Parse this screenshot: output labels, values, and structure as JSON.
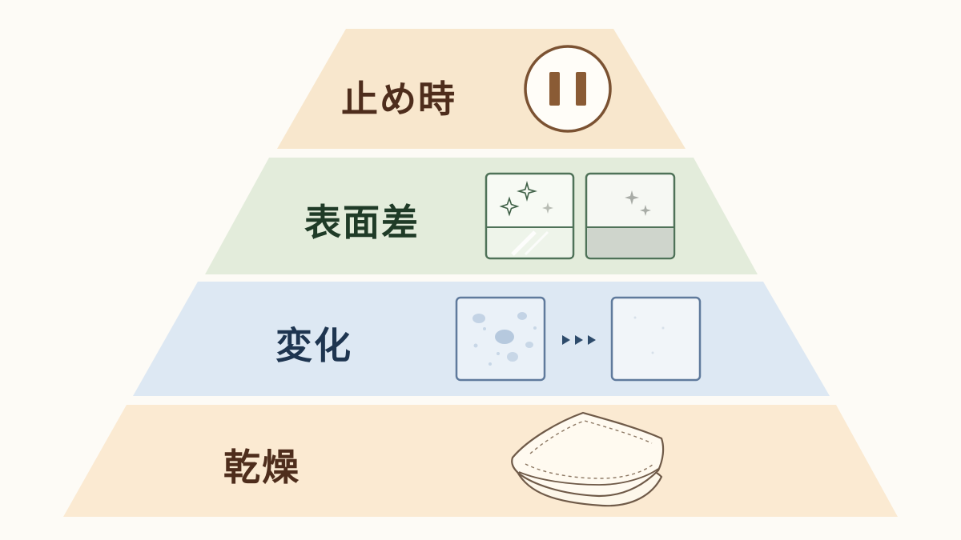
{
  "pyramid": {
    "tiers": [
      {
        "key": "top",
        "label": "止め時",
        "icon": "pause-icon"
      },
      {
        "key": "second",
        "label": "表面差",
        "icon": "glass-comparison-icon"
      },
      {
        "key": "third",
        "label": "変化",
        "icon": "stain-removal-icon"
      },
      {
        "key": "base",
        "label": "乾燥",
        "icon": "folded-towel-icon"
      }
    ]
  },
  "colors": {
    "tier_top_fill": "#f8e7cd",
    "tier_top_text": "#4e2d1c",
    "tier_second_fill": "#e3ecdb",
    "tier_second_text": "#1f3b27",
    "tier_third_fill": "#dde8f3",
    "tier_third_text": "#1e3550",
    "tier_base_fill": "#fbead2",
    "tier_base_text": "#4e2d1c",
    "pause_brown": "#7b5232",
    "glass_green": "#4f7258",
    "panel_blue": "#5f7a9c",
    "arrow_navy": "#2d4b6b",
    "towel_line": "#6f5a48"
  }
}
